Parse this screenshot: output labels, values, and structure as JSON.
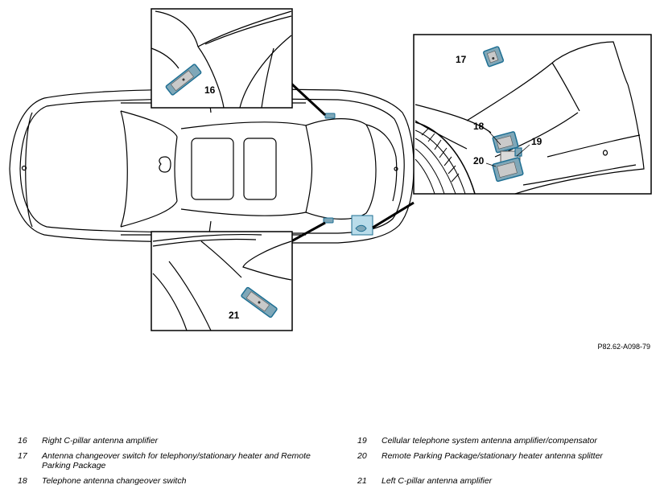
{
  "callouts": {
    "c16": "16",
    "c17": "17",
    "c18": "18",
    "c19": "19",
    "c20": "20",
    "c21": "21"
  },
  "figure_code": "P82.62-A098-79",
  "legend": [
    {
      "num": "16",
      "text": "Right C-pillar antenna amplifier"
    },
    {
      "num": "17",
      "text": "Antenna changeover switch for telephony/stationary heater and Remote Parking Package"
    },
    {
      "num": "18",
      "text": "Telephone antenna changeover switch"
    },
    {
      "num": "19",
      "text": "Cellular telephone system antenna amplifier/compensator"
    },
    {
      "num": "20",
      "text": "Remote Parking Package/stationary heater antenna splitter"
    },
    {
      "num": "21",
      "text": "Left C-pillar antenna amplifier"
    }
  ],
  "colors": {
    "component_fill": "#7fa7b8",
    "component_stroke": "#1e6f93",
    "highlight_fill": "#b9dcea",
    "line": "#000000"
  }
}
